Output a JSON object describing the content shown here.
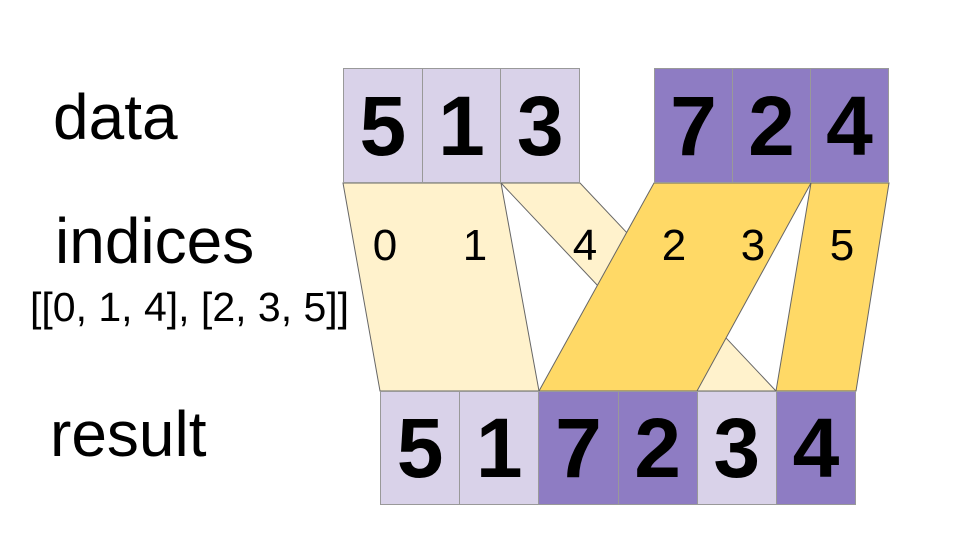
{
  "colors": {
    "light_purple": "#d9d2e9",
    "dark_purple": "#8e7cc3",
    "light_yellow": "#fff2cc",
    "dark_yellow": "#ffd966",
    "cell_border": "#999999",
    "band_border": "#666666",
    "text": "#000000",
    "background": "#ffffff"
  },
  "labels": {
    "data": "data",
    "indices": "indices",
    "indices_value": "[[0, 1, 4], [2, 3, 5]]",
    "result": "result"
  },
  "data_row": {
    "group1_tone": "light",
    "group2_tone": "dark",
    "group1": [
      "5",
      "1",
      "3"
    ],
    "group2": [
      "7",
      "2",
      "4"
    ]
  },
  "index_labels": [
    "0",
    "1",
    "4",
    "2",
    "3",
    "5"
  ],
  "result_row": [
    "5",
    "1",
    "7",
    "2",
    "3",
    "4"
  ],
  "result_tones": [
    "light",
    "light",
    "dark",
    "dark",
    "light",
    "dark"
  ]
}
